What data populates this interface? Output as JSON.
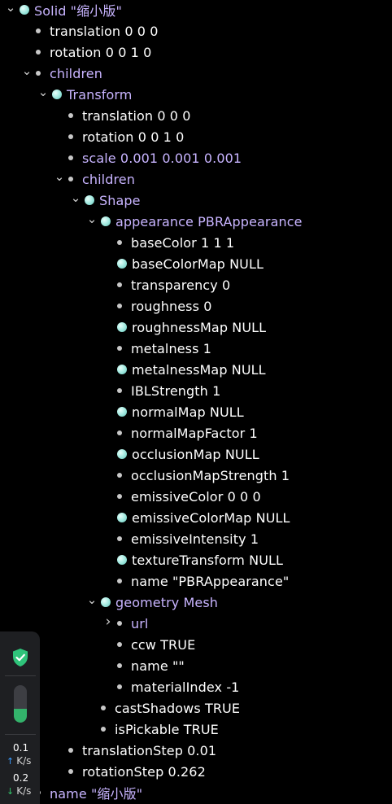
{
  "tree": [
    {
      "depth": 0,
      "twisty": "expanded",
      "marker": "ball",
      "kind": "node",
      "label": "Solid \"缩小版\""
    },
    {
      "depth": 1,
      "twisty": "none",
      "marker": "dot",
      "kind": "field",
      "label": "translation 0 0 0"
    },
    {
      "depth": 1,
      "twisty": "none",
      "marker": "dot",
      "kind": "field",
      "label": "rotation 0 0 1 0"
    },
    {
      "depth": 1,
      "twisty": "expanded",
      "marker": "dot",
      "kind": "node",
      "label": "children"
    },
    {
      "depth": 2,
      "twisty": "expanded",
      "marker": "ball",
      "kind": "node",
      "label": "Transform"
    },
    {
      "depth": 3,
      "twisty": "none",
      "marker": "dot",
      "kind": "field",
      "label": "translation 0 0 0"
    },
    {
      "depth": 3,
      "twisty": "none",
      "marker": "dot",
      "kind": "field",
      "label": "rotation 0 0 1 0"
    },
    {
      "depth": 3,
      "twisty": "none",
      "marker": "dot",
      "kind": "node",
      "label": "scale 0.001 0.001 0.001"
    },
    {
      "depth": 3,
      "twisty": "expanded",
      "marker": "dot",
      "kind": "node",
      "label": "children"
    },
    {
      "depth": 4,
      "twisty": "expanded",
      "marker": "ball",
      "kind": "node",
      "label": "Shape"
    },
    {
      "depth": 5,
      "twisty": "expanded",
      "marker": "ball",
      "kind": "node",
      "label": "appearance PBRAppearance"
    },
    {
      "depth": 6,
      "twisty": "none",
      "marker": "dot",
      "kind": "field",
      "label": "baseColor 1 1 1"
    },
    {
      "depth": 6,
      "twisty": "none",
      "marker": "ball",
      "kind": "field",
      "label": "baseColorMap NULL"
    },
    {
      "depth": 6,
      "twisty": "none",
      "marker": "dot",
      "kind": "field",
      "label": "transparency 0"
    },
    {
      "depth": 6,
      "twisty": "none",
      "marker": "dot",
      "kind": "field",
      "label": "roughness 0"
    },
    {
      "depth": 6,
      "twisty": "none",
      "marker": "ball",
      "kind": "field",
      "label": "roughnessMap NULL"
    },
    {
      "depth": 6,
      "twisty": "none",
      "marker": "dot",
      "kind": "field",
      "label": "metalness 1"
    },
    {
      "depth": 6,
      "twisty": "none",
      "marker": "ball",
      "kind": "field",
      "label": "metalnessMap NULL"
    },
    {
      "depth": 6,
      "twisty": "none",
      "marker": "dot",
      "kind": "field",
      "label": "IBLStrength 1"
    },
    {
      "depth": 6,
      "twisty": "none",
      "marker": "ball",
      "kind": "field",
      "label": "normalMap NULL"
    },
    {
      "depth": 6,
      "twisty": "none",
      "marker": "dot",
      "kind": "field",
      "label": "normalMapFactor 1"
    },
    {
      "depth": 6,
      "twisty": "none",
      "marker": "ball",
      "kind": "field",
      "label": "occlusionMap NULL"
    },
    {
      "depth": 6,
      "twisty": "none",
      "marker": "dot",
      "kind": "field",
      "label": "occlusionMapStrength 1"
    },
    {
      "depth": 6,
      "twisty": "none",
      "marker": "dot",
      "kind": "field",
      "label": "emissiveColor 0 0 0"
    },
    {
      "depth": 6,
      "twisty": "none",
      "marker": "ball",
      "kind": "field",
      "label": "emissiveColorMap NULL"
    },
    {
      "depth": 6,
      "twisty": "none",
      "marker": "dot",
      "kind": "field",
      "label": "emissiveIntensity 1"
    },
    {
      "depth": 6,
      "twisty": "none",
      "marker": "ball",
      "kind": "field",
      "label": "textureTransform NULL"
    },
    {
      "depth": 6,
      "twisty": "none",
      "marker": "dot",
      "kind": "field",
      "label": "name \"PBRAppearance\""
    },
    {
      "depth": 5,
      "twisty": "expanded",
      "marker": "ball",
      "kind": "node",
      "label": "geometry Mesh"
    },
    {
      "depth": 6,
      "twisty": "collapsed",
      "marker": "dot",
      "kind": "node",
      "label": "url"
    },
    {
      "depth": 6,
      "twisty": "none",
      "marker": "dot",
      "kind": "field",
      "label": "ccw TRUE"
    },
    {
      "depth": 6,
      "twisty": "none",
      "marker": "dot",
      "kind": "field",
      "label": "name \"\""
    },
    {
      "depth": 6,
      "twisty": "none",
      "marker": "dot",
      "kind": "field",
      "label": "materialIndex -1"
    },
    {
      "depth": 5,
      "twisty": "none",
      "marker": "dot",
      "kind": "field",
      "label": "castShadows TRUE"
    },
    {
      "depth": 5,
      "twisty": "none",
      "marker": "dot",
      "kind": "field",
      "label": "isPickable TRUE"
    },
    {
      "depth": 3,
      "twisty": "none",
      "marker": "dot",
      "kind": "field",
      "label": "translationStep 0.01"
    },
    {
      "depth": 3,
      "twisty": "none",
      "marker": "dot",
      "kind": "field",
      "label": "rotationStep 0.262"
    },
    {
      "depth": 1,
      "twisty": "none",
      "marker": "dot",
      "kind": "node",
      "label": "name \"缩小版\""
    }
  ],
  "widget": {
    "shield_icon": "shield-check-icon",
    "gauge_level": 0.38,
    "upload": {
      "value": "0.1",
      "unit": "K/s",
      "arrow": "↑"
    },
    "download": {
      "value": "0.2",
      "unit": "K/s",
      "arrow": "↓"
    }
  },
  "colors": {
    "background": "#000000",
    "field_text": "#ffffff",
    "node_text": "#c8b4ff",
    "ball": "#8fe0d6",
    "gauge_fill": "#33b36b"
  }
}
